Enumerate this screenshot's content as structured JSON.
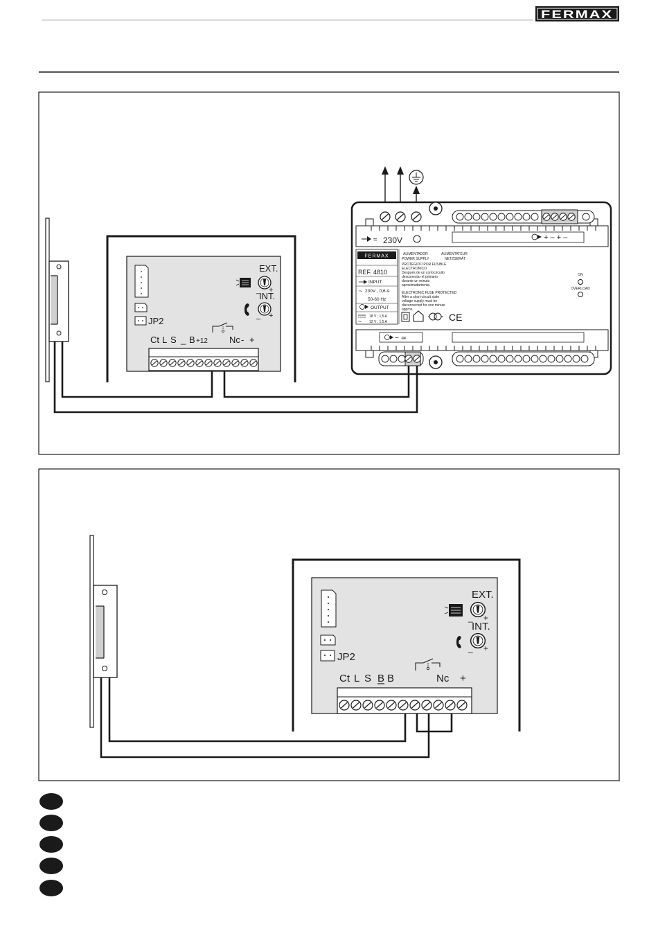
{
  "header": {
    "brand": "FERMAX"
  },
  "diagram1": {
    "panel": {
      "ext": "EXT.",
      "int": "INT.",
      "jumper": "JP2",
      "term_ct": "Ct",
      "term_l": "L",
      "term_s": "S",
      "term_dash": "_",
      "term_b": "B",
      "term_12": "+12",
      "term_nc": "Nc",
      "term_minus": "-",
      "term_plus": "+",
      "pm_minus1": "_",
      "pm_plus1": "+",
      "pm_minus2": "_",
      "pm_plus2": "+"
    },
    "psu": {
      "voltage": "230V",
      "output_marks": "+ – + –",
      "brand": "FERMAX",
      "ref": "REF. 4810",
      "title_es": "ALIMENTADOR",
      "title_en": "POWER SUPPLY",
      "title_fr": "ALIMENTATEUR",
      "title_de": "NETZGERÄT",
      "fuse_es_1": "PROTEGIDO POR FUSIBLE",
      "fuse_es_2": "ELECTRONICO",
      "fuse_es_3": "Después de un cortocircuito",
      "fuse_es_4": "desconectar el primario",
      "fuse_es_5": "durante un minuto",
      "fuse_es_6": "aproximadamente.",
      "fuse_en_1": "ELECTRONIC FUSE PROTECTED",
      "fuse_en_2": "After a short-circuit state",
      "fuse_en_3": "voltage supply must be",
      "fuse_en_4": "disconnected for one minute",
      "fuse_en_5": "approx.",
      "input": "INPUT",
      "input_rating": "230V ; 0,6 A",
      "frequency": "50-60 Hz",
      "output": "OUTPUT",
      "out_dc": "18 V ; 1,5 A",
      "out_ac": "12 V ; 1,5 A",
      "ce": "CE",
      "on": "ON",
      "overload": "OVERLOAD"
    }
  },
  "diagram2": {
    "panel": {
      "ext": "EXT.",
      "int": "INT.",
      "jumper": "JP2",
      "term_ct": "Ct",
      "term_l": "L",
      "term_s": "S",
      "term_b1": "B",
      "term_b2": "B",
      "term_nc": "Nc",
      "term_plus": "+",
      "pm_minus1": "_",
      "pm_plus1": "+",
      "pm_minus2": "_",
      "pm_plus2": "+"
    }
  },
  "languages": {
    "items": [
      "",
      "",
      "",
      "",
      ""
    ]
  },
  "colors": {
    "ink": "#1a1a1a",
    "panel_grey": "#e3e3e3",
    "line_grey": "#8a8a8a"
  }
}
